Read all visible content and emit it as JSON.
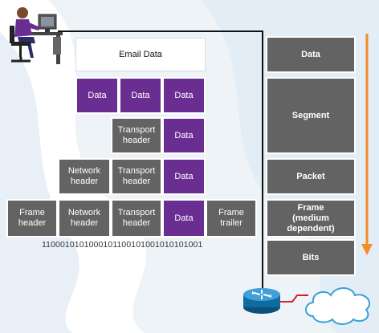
{
  "stages": {
    "email_data": "Email Data",
    "segment_row": {
      "data1": "Data",
      "data2": "Data",
      "data3": "Data"
    },
    "transport_row": {
      "transport_header": "Transport\nheader",
      "data": "Data"
    },
    "network_row": {
      "network_header": "Network\nheader",
      "transport_header": "Transport\nheader",
      "data": "Data"
    },
    "frame_row": {
      "frame_header": "Frame\nheader",
      "network_header": "Network\nheader",
      "transport_header": "Transport\nheader",
      "data": "Data",
      "frame_trailer": "Frame\ntrailer"
    },
    "bit_stream": "1100010101000101100101001010101001"
  },
  "pdu_labels": {
    "data": "Data",
    "segment": "Segment",
    "packet": "Packet",
    "frame": "Frame\n(medium\ndependent)",
    "bits": "Bits"
  },
  "colors": {
    "gray": "#636363",
    "purple": "#6a2d91",
    "arrow": "#f28c28",
    "background_band": "#e3edf5"
  },
  "icons": [
    "user-at-computer-icon",
    "router-icon",
    "cloud-icon"
  ]
}
